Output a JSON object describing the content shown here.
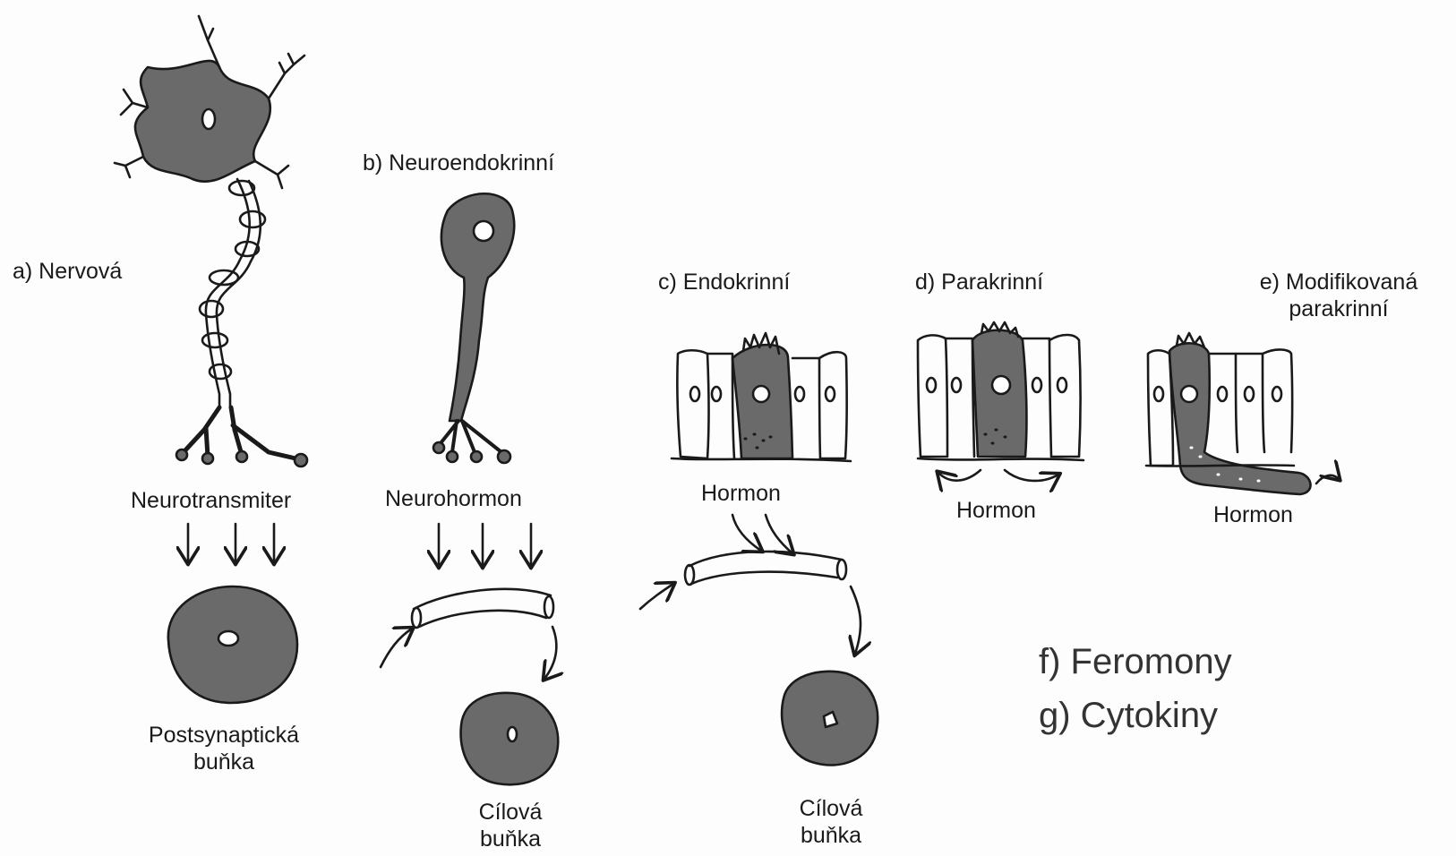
{
  "colors": {
    "cell_fill": "#6a6a6a",
    "ink": "#1a1a1a",
    "paper": "#fdfdfd",
    "extra_text": "#333333"
  },
  "types": {
    "a": {
      "title": "a) Nervová",
      "signal": "Neurotransmiter",
      "target_line1": "Postsynaptická",
      "target_line2": "buňka"
    },
    "b": {
      "title": "b) Neuroendokrinní",
      "signal": "Neurohormon",
      "target_line1": "Cílová",
      "target_line2": "buňka"
    },
    "c": {
      "title": "c) Endokrinní",
      "signal": "Hormon",
      "target_line1": "Cílová",
      "target_line2": "buňka"
    },
    "d": {
      "title": "d) Parakrinní",
      "signal": "Hormon"
    },
    "e": {
      "title_line1": "e) Modifikovaná",
      "title_line2": "parakrinní",
      "signal": "Hormon"
    }
  },
  "extra": {
    "f": "f) Feromony",
    "g": "g) Cytokiny"
  }
}
